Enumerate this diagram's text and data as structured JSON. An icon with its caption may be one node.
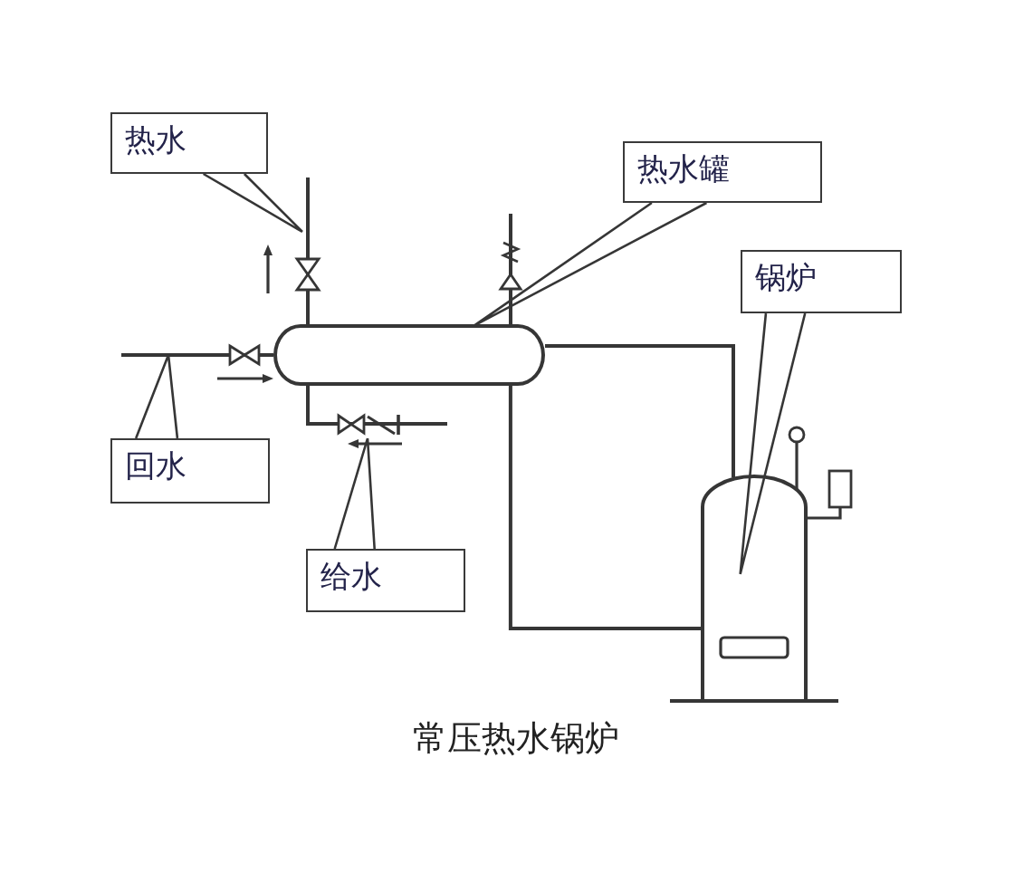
{
  "diagram": {
    "caption": "常压热水锅炉",
    "nodes": [
      {
        "text": [
          "热水"
        ]
      },
      {
        "text": [
          "热水罐"
        ]
      },
      {
        "text": [
          "锅炉"
        ]
      },
      {
        "text": [
          "回水"
        ]
      },
      {
        "text": [
          "给水"
        ]
      },
      {
        "text": [],
        "shape": "cylinder"
      },
      {
        "text": [],
        "shape": "cylinder"
      }
    ],
    "edges": [
      {
        "from": 0,
        "to": null,
        "arrow": "none"
      },
      {
        "from": 1,
        "to": 5,
        "arrow": "none"
      },
      {
        "from": 2,
        "to": 6,
        "arrow": "none"
      },
      {
        "from": 3,
        "to": null,
        "arrow": "none"
      },
      {
        "from": 4,
        "to": null,
        "arrow": "none"
      },
      {
        "from": 5,
        "to": 6,
        "arrow": "none"
      },
      {
        "from": 5,
        "to": 6,
        "arrow": "none"
      }
    ]
  }
}
